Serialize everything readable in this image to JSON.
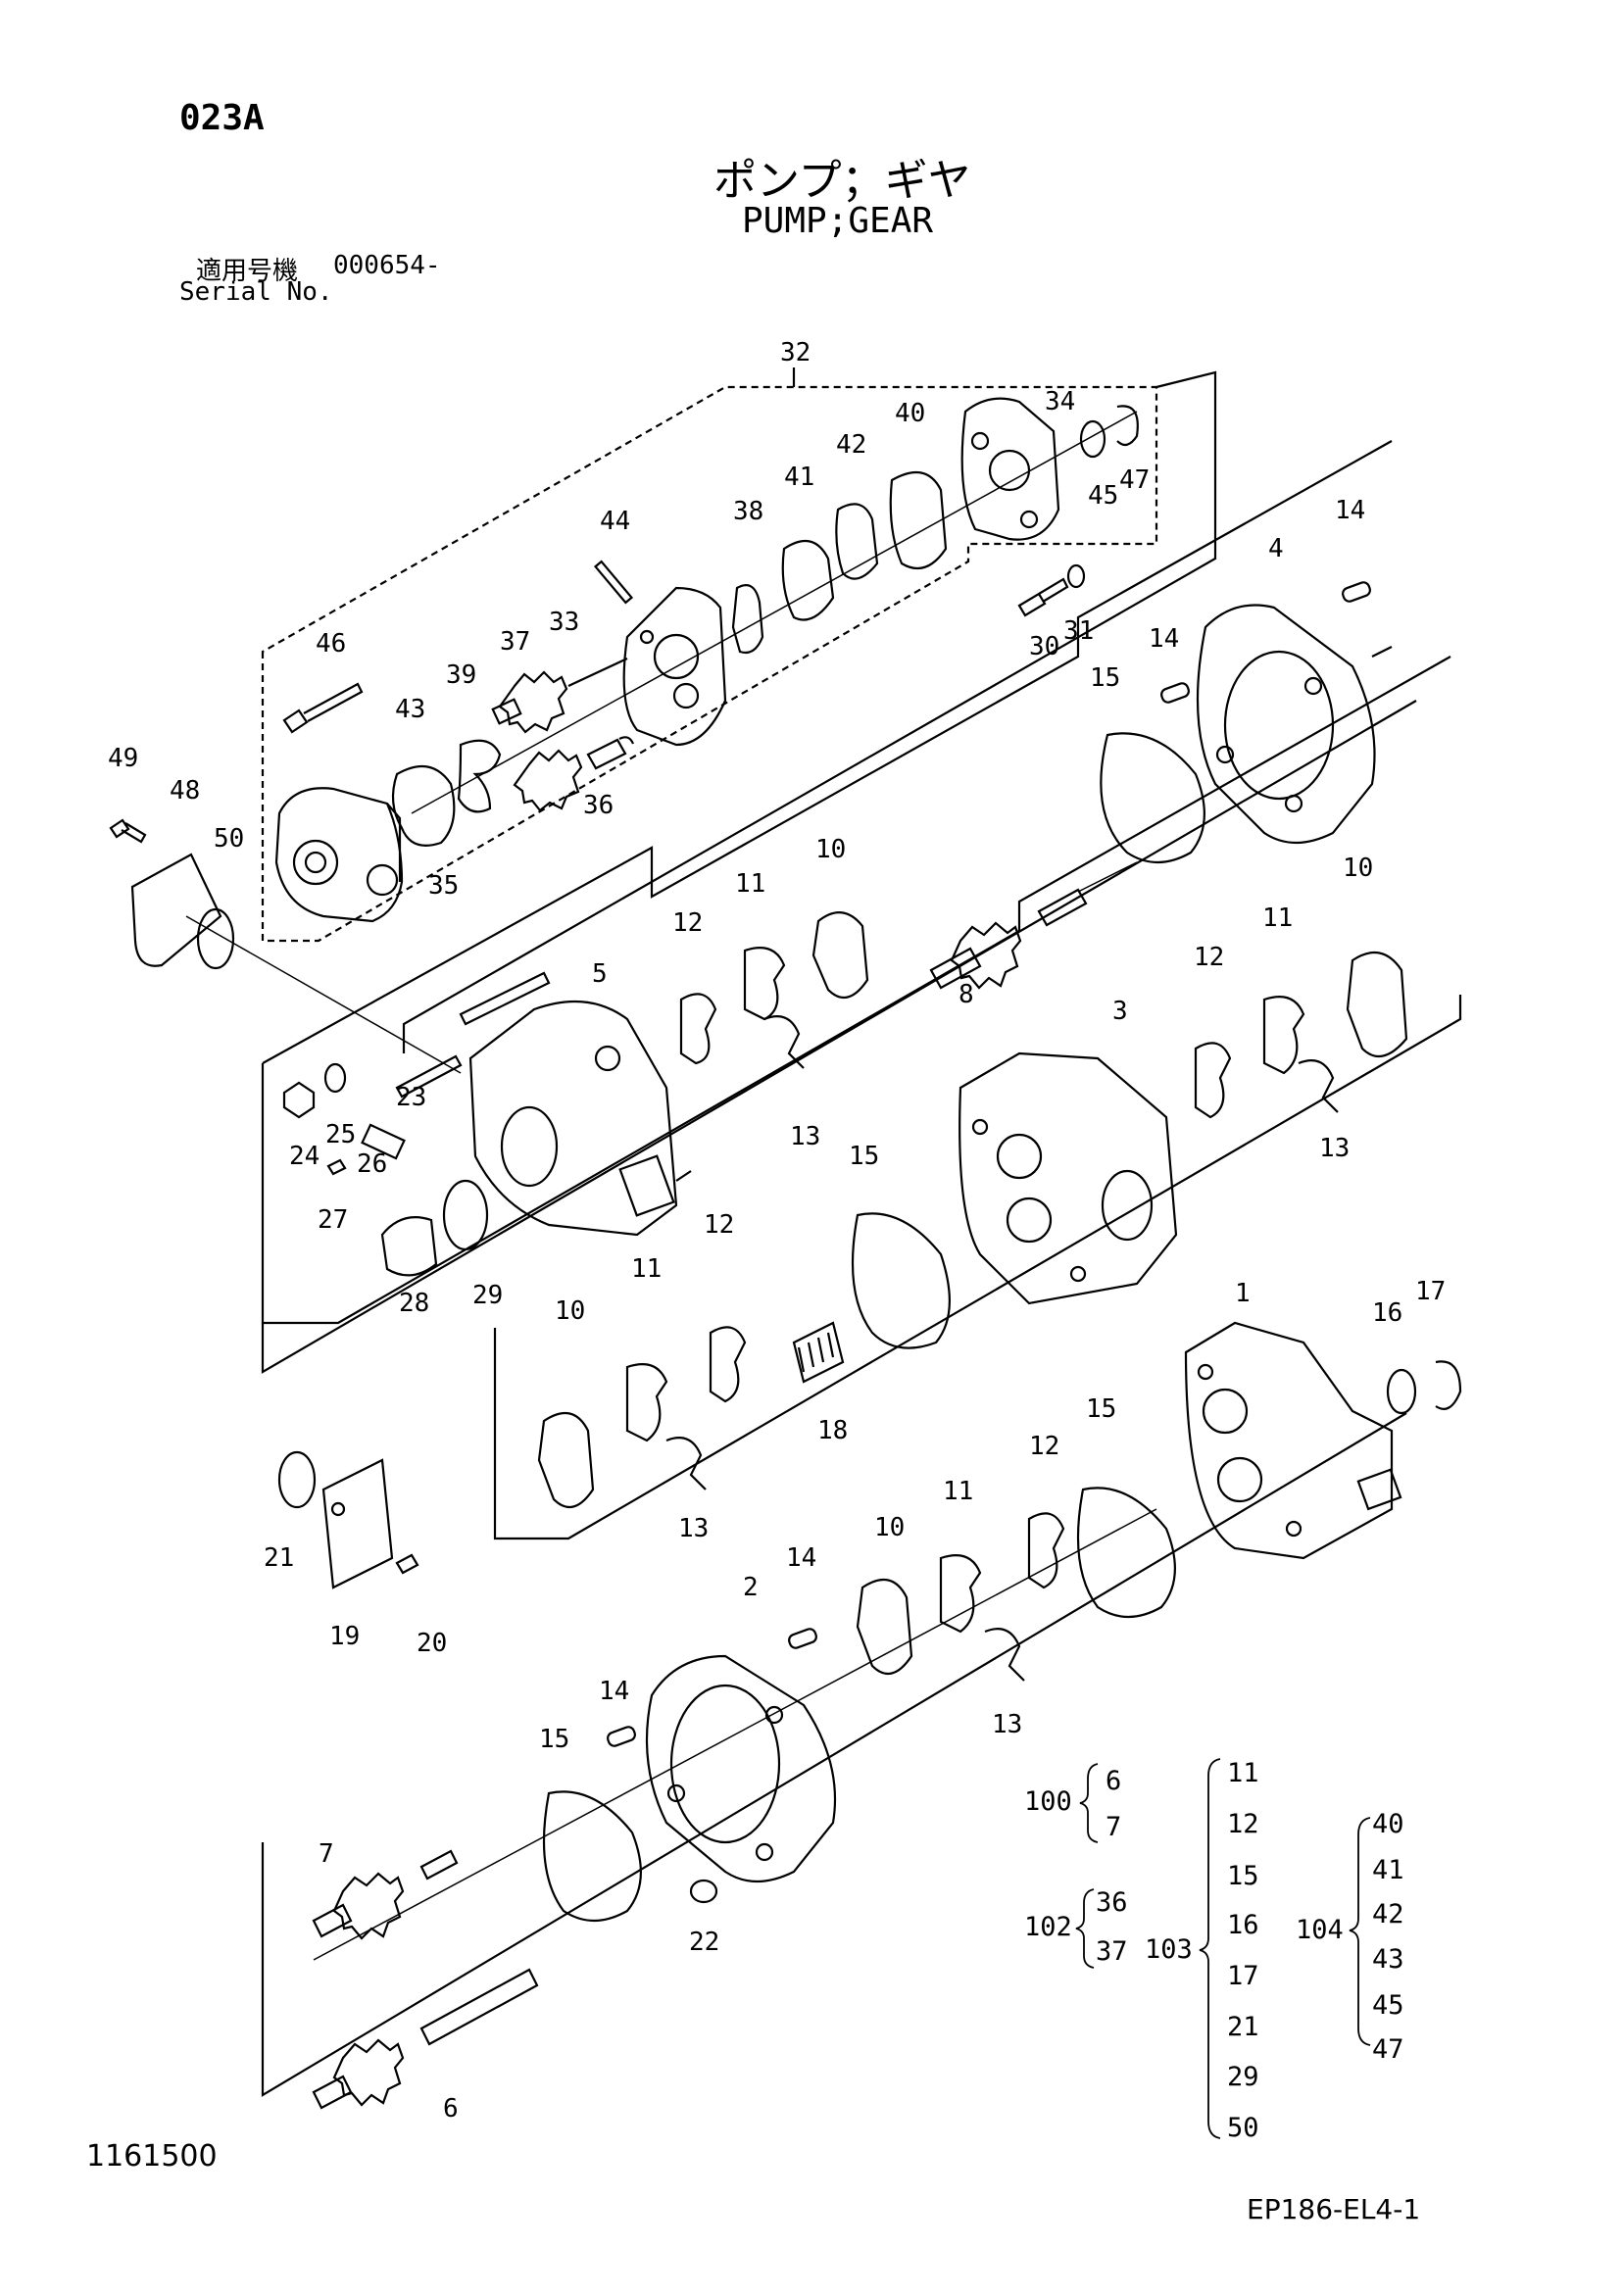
{
  "header": {
    "code": "023A",
    "title_jp": "ポンプ；ギヤ",
    "title_en": "PUMP;GEAR",
    "serial_label_jp": "適用号機",
    "serial_value": "000654-",
    "serial_label_en": "Serial No."
  },
  "footer": {
    "drawing_no": "1161500",
    "sheet_ref": "EP186-EL4-1"
  },
  "callouts": {
    "c32": "32",
    "c34": "34",
    "c40": "40",
    "c42": "42",
    "c41": "41",
    "c38": "38",
    "c44": "44",
    "c33": "33",
    "c45": "45",
    "c47": "47",
    "c30": "30",
    "c31": "31",
    "c46": "46",
    "c37": "37",
    "c39": "39",
    "c43": "43",
    "c36": "36",
    "c35": "35",
    "c49": "49",
    "c48": "48",
    "c50": "50",
    "c14a": "14",
    "c4": "4",
    "c14b": "14",
    "c15a": "15",
    "c10a": "10",
    "c11a": "11",
    "c12a": "12",
    "c5": "5",
    "c8": "8",
    "c13a": "13",
    "c23": "23",
    "c24": "24",
    "c25": "25",
    "c26": "26",
    "c27": "27",
    "c28": "28",
    "c29": "29",
    "c3": "3",
    "c12b": "12",
    "c11b": "11",
    "c10b": "10",
    "c13b": "13",
    "c15b": "15",
    "c12c": "12",
    "c11c": "11",
    "c10c": "10",
    "c13c": "13",
    "c18": "18",
    "c1": "1",
    "c16": "16",
    "c17": "17",
    "c21": "21",
    "c19": "19",
    "c20": "20",
    "c14c": "14",
    "c2": "2",
    "c10d": "10",
    "c11d": "11",
    "c12d": "12",
    "c15c": "15",
    "c13d": "13",
    "c14d": "14",
    "c15d": "15",
    "c7": "7",
    "c22": "22",
    "c6": "6"
  },
  "groups": {
    "g100": {
      "label": "100",
      "items": [
        "6",
        "7"
      ]
    },
    "g102": {
      "label": "102",
      "items": [
        "36",
        "37"
      ]
    },
    "g103": {
      "label": "103",
      "items": [
        "11",
        "12",
        "15",
        "16",
        "17",
        "21",
        "29",
        "50"
      ]
    },
    "g104": {
      "label": "104",
      "items": [
        "40",
        "41",
        "42",
        "43",
        "45",
        "47"
      ]
    }
  }
}
